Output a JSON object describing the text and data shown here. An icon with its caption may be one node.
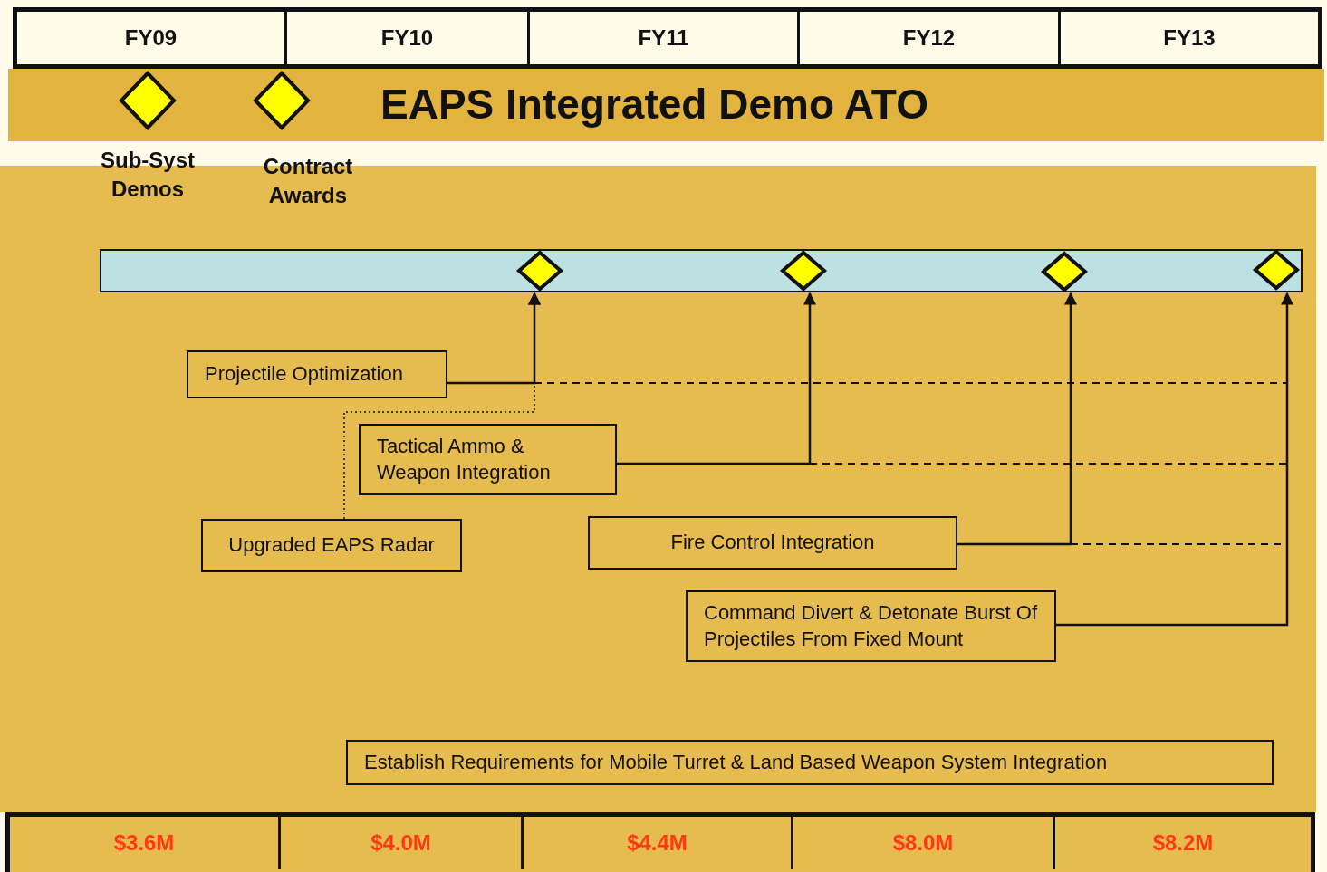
{
  "diagram": {
    "title": "EAPS Integrated Demo ATO",
    "nodes": [
      {
        "text": [],
        "shape": "bar"
      },
      {
        "text": [],
        "shape": "diamond",
        "in": 0
      },
      {
        "text": [],
        "shape": "diamond",
        "in": 0
      },
      {
        "text": [],
        "shape": "diamond",
        "in": 0
      },
      {
        "text": [],
        "shape": "diamond",
        "in": 0
      },
      {
        "text": [
          "Projectile Optimization"
        ]
      },
      {
        "text": [
          "Tactical Ammo & Weapon Integration"
        ]
      },
      {
        "text": [
          "Upgraded EAPS Radar"
        ]
      },
      {
        "text": [
          "Fire Control Integration"
        ]
      },
      {
        "text": [
          "Command Divert & Detonate Burst Of Projectiles From Fixed Mount"
        ]
      },
      {
        "text": [
          "Establish Requirements for Mobile Turret & Land Based Weapon System Integration"
        ]
      }
    ],
    "edges": [
      {
        "from": 5,
        "to": 1,
        "arrow": "to"
      },
      {
        "from": 6,
        "to": 2,
        "arrow": "to"
      },
      {
        "from": 8,
        "to": 3,
        "arrow": "to"
      },
      {
        "from": 9,
        "to": 4,
        "arrow": "to"
      },
      {
        "from": 7,
        "to": 1,
        "arrow": "to",
        "style": "dashed"
      }
    ],
    "labels": [
      "FY09",
      "FY10",
      "FY11",
      "FY12",
      "FY13",
      "$3.6M",
      "$4.0M",
      "$4.4M",
      "$8.0M",
      "$8.2M"
    ],
    "legend": [
      {
        "text": "Sub-Syst Demos"
      },
      {
        "text": "Contract Awards"
      }
    ]
  }
}
